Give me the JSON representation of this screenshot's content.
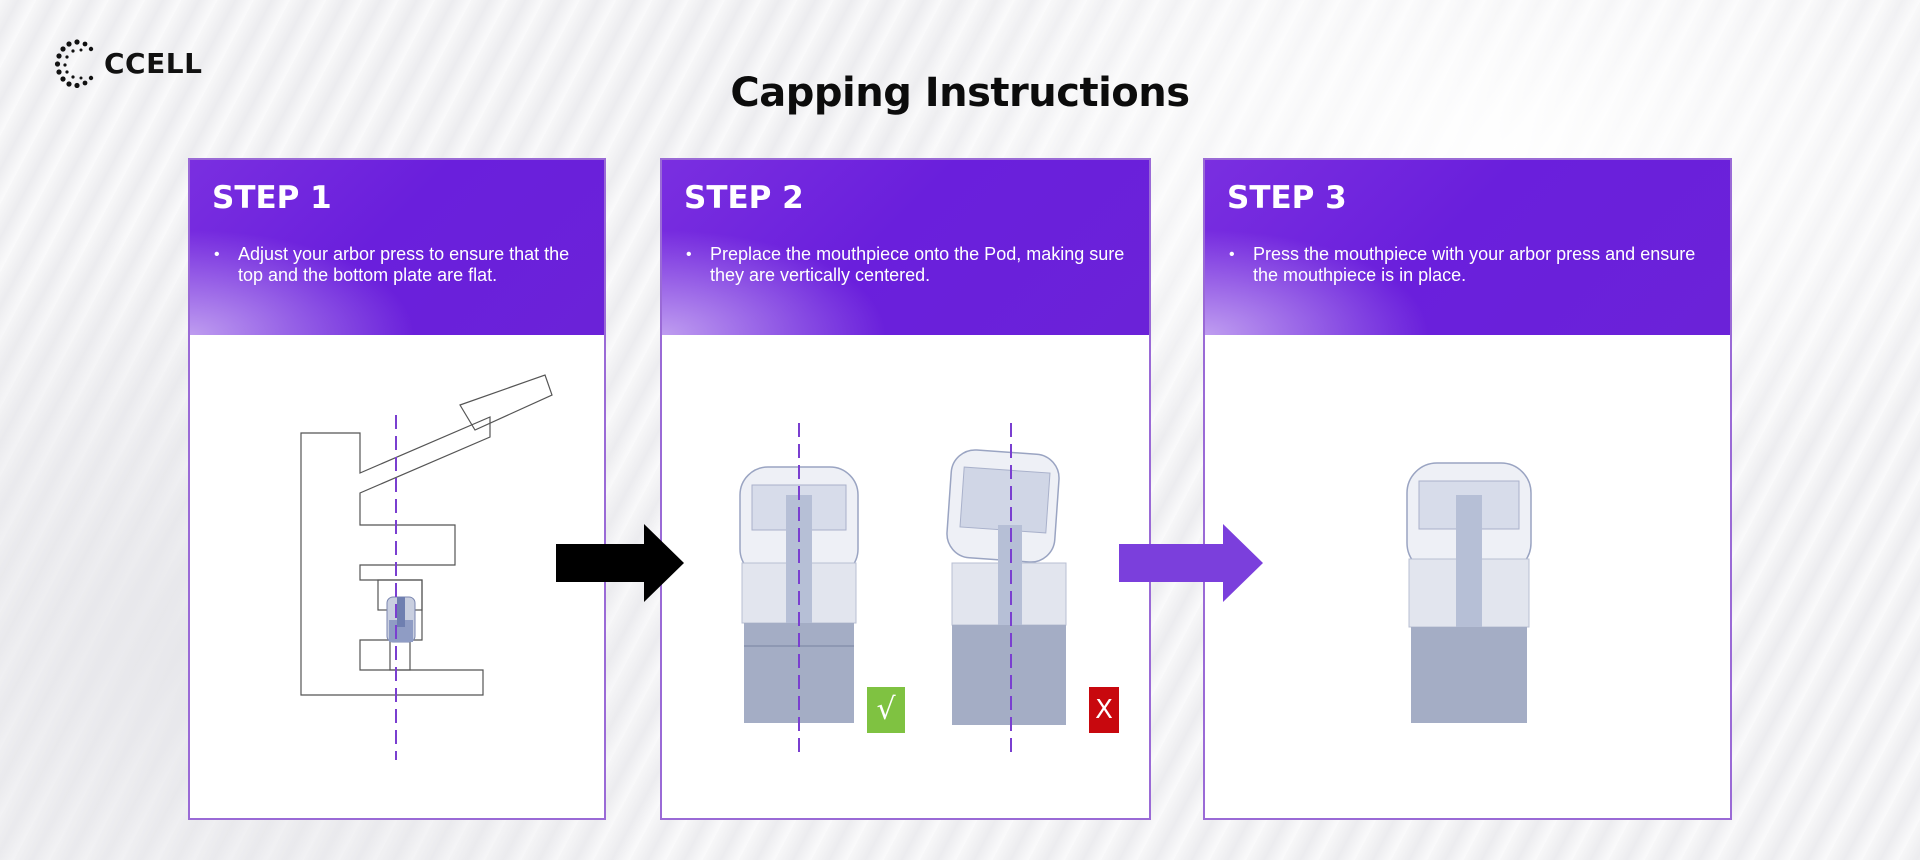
{
  "brand": {
    "logo_text": "CCELL"
  },
  "page": {
    "title": "Capping Instructions"
  },
  "steps": [
    {
      "title": "STEP 1",
      "text": "Adjust your arbor press to ensure that the top and the bottom plate are flat."
    },
    {
      "title": "STEP 2",
      "text": "Preplace the mouthpiece onto the Pod, making sure they are vertically centered."
    },
    {
      "title": "STEP 3",
      "text": "Press the mouthpiece with your arbor press and ensure the mouthpiece is in place."
    }
  ],
  "badges": {
    "correct": "√",
    "wrong": "X"
  },
  "colors": {
    "accent_purple": "#6a1fdc",
    "arrow_black": "#000000",
    "arrow_purple": "#7b3fdc",
    "correct_green": "#7fc241",
    "wrong_red": "#c8080e"
  },
  "icons": [
    "ccell-logo-icon",
    "right-arrow-icon"
  ]
}
